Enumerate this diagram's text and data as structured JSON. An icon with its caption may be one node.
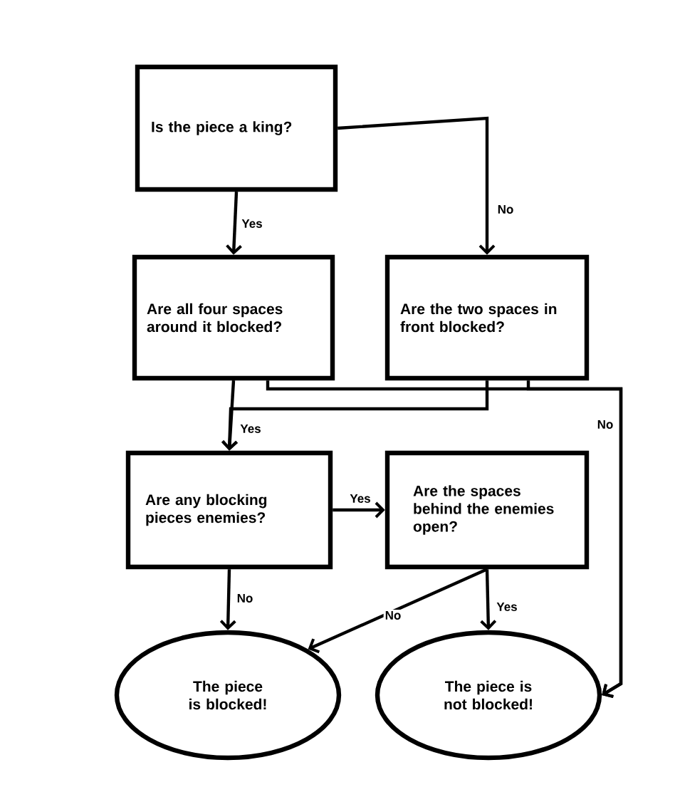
{
  "diagram": {
    "nodes": [
      {
        "text": [
          "Is the piece a king?"
        ]
      },
      {
        "text": [
          "Are all four spaces around it blocked?"
        ]
      },
      {
        "text": [
          "Are the two spaces in front blocked?"
        ]
      },
      {
        "text": [
          "Are any blocking pieces enemies?"
        ]
      },
      {
        "text": [
          "Are the spaces behind the enemies open?"
        ]
      },
      {
        "text": [
          "The piece is blocked!"
        ]
      },
      {
        "text": [
          "The piece is not blocked!"
        ]
      }
    ],
    "edges": [
      {
        "from": 0,
        "to": 1,
        "arrow": "to",
        "label": "Yes"
      },
      {
        "from": 0,
        "to": 2,
        "arrow": "to",
        "label": "No"
      },
      {
        "from": 1,
        "to": 3,
        "arrow": "to",
        "label": "Yes"
      },
      {
        "from": 2,
        "to": 3,
        "arrow": "to"
      },
      {
        "from": 1,
        "to": 6,
        "arrow": "to",
        "label": "No"
      },
      {
        "from": 2,
        "to": 6,
        "arrow": "to"
      },
      {
        "from": 3,
        "to": 4,
        "arrow": "to",
        "label": "Yes"
      },
      {
        "from": 3,
        "to": 5,
        "arrow": "to",
        "label": "No"
      },
      {
        "from": 4,
        "to": 5,
        "arrow": "to",
        "label": "No"
      },
      {
        "from": 4,
        "to": 6,
        "arrow": "to",
        "label": "Yes"
      }
    ]
  }
}
